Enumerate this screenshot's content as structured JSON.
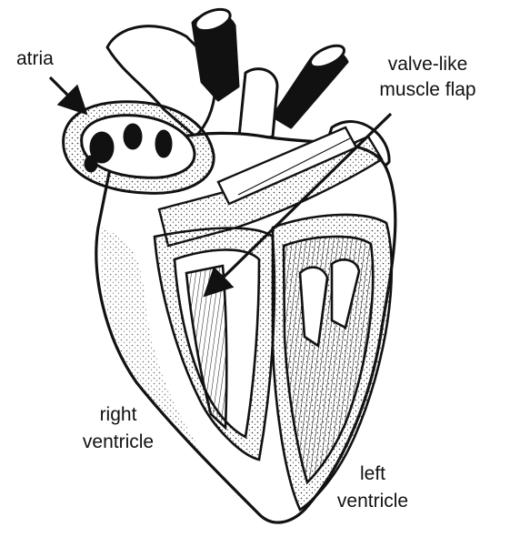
{
  "labels": {
    "atria": "atria",
    "valve_line1": "valve-like",
    "valve_line2": "muscle flap",
    "right_line1": "right",
    "right_line2": "ventricle",
    "left_line1": "left",
    "left_line2": "ventricle"
  },
  "colors": {
    "ink": "#111111",
    "paper": "#ffffff",
    "shade": "#cfcfcf"
  }
}
